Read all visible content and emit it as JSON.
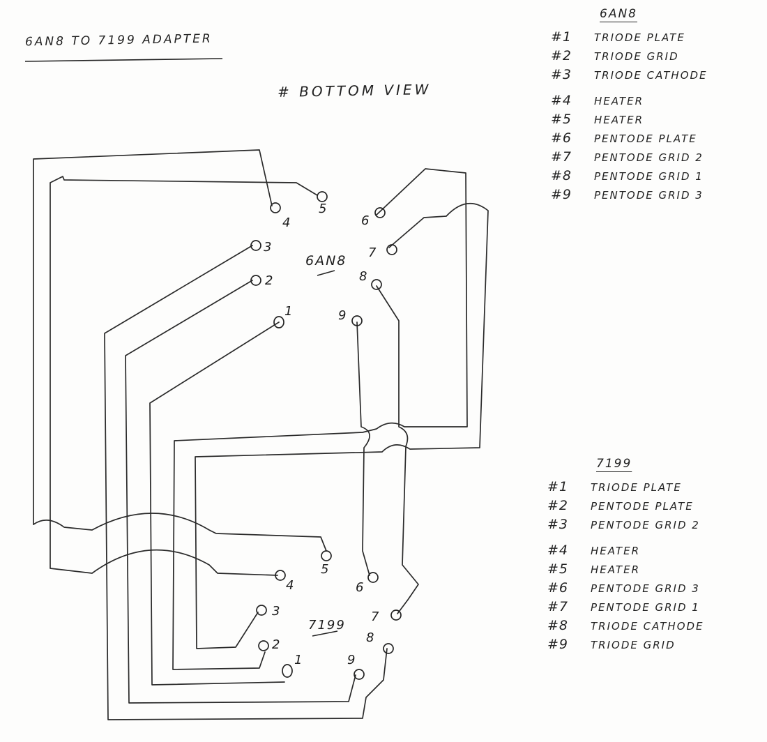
{
  "title": "6AN8 TO 7199 ADAPTER",
  "subtitle": "# BOTTOM VIEW",
  "top_socket": {
    "name": "6AN8",
    "pins": [
      "1",
      "2",
      "3",
      "4",
      "5",
      "6",
      "7",
      "8",
      "9"
    ]
  },
  "bottom_socket": {
    "name": "7199",
    "pins": [
      "1",
      "2",
      "3",
      "4",
      "5",
      "6",
      "7",
      "8",
      "9"
    ]
  },
  "legend_6an8": {
    "header": "6AN8",
    "items": [
      {
        "num": "#1",
        "label": "TRIODE PLATE"
      },
      {
        "num": "#2",
        "label": "TRIODE GRID"
      },
      {
        "num": "#3",
        "label": "TRIODE CATHODE"
      },
      {
        "num": "#4",
        "label": "HEATER"
      },
      {
        "num": "#5",
        "label": "HEATER"
      },
      {
        "num": "#6",
        "label": "PENTODE PLATE"
      },
      {
        "num": "#7",
        "label": "PENTODE GRID 2"
      },
      {
        "num": "#8",
        "label": "PENTODE GRID 1"
      },
      {
        "num": "#9",
        "label": "PENTODE GRID 3"
      }
    ]
  },
  "legend_7199": {
    "header": "7199",
    "items": [
      {
        "num": "#1",
        "label": "TRIODE PLATE"
      },
      {
        "num": "#2",
        "label": "PENTODE PLATE"
      },
      {
        "num": "#3",
        "label": "PENTODE GRID 2"
      },
      {
        "num": "#4",
        "label": "HEATER"
      },
      {
        "num": "#5",
        "label": "HEATER"
      },
      {
        "num": "#6",
        "label": "PENTODE GRID 3"
      },
      {
        "num": "#7",
        "label": "PENTODE GRID 1"
      },
      {
        "num": "#8",
        "label": "TRIODE CATHODE"
      },
      {
        "num": "#9",
        "label": "TRIODE GRID"
      }
    ]
  }
}
